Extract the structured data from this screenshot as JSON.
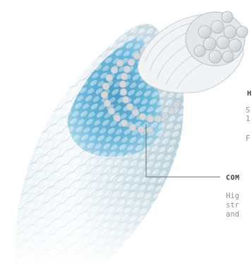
{
  "callouts": [
    {
      "title": "H",
      "lines": [
        "S",
        "1",
        "F"
      ]
    },
    {
      "title": "COM",
      "lines": [
        "Hig",
        "str",
        "and"
      ]
    }
  ],
  "colors": {
    "braid_light": "#eaf3f7",
    "braid_blue": "#4aa3cc",
    "core_grey": "#c7cdd2",
    "leader_line": "#6b7278"
  }
}
